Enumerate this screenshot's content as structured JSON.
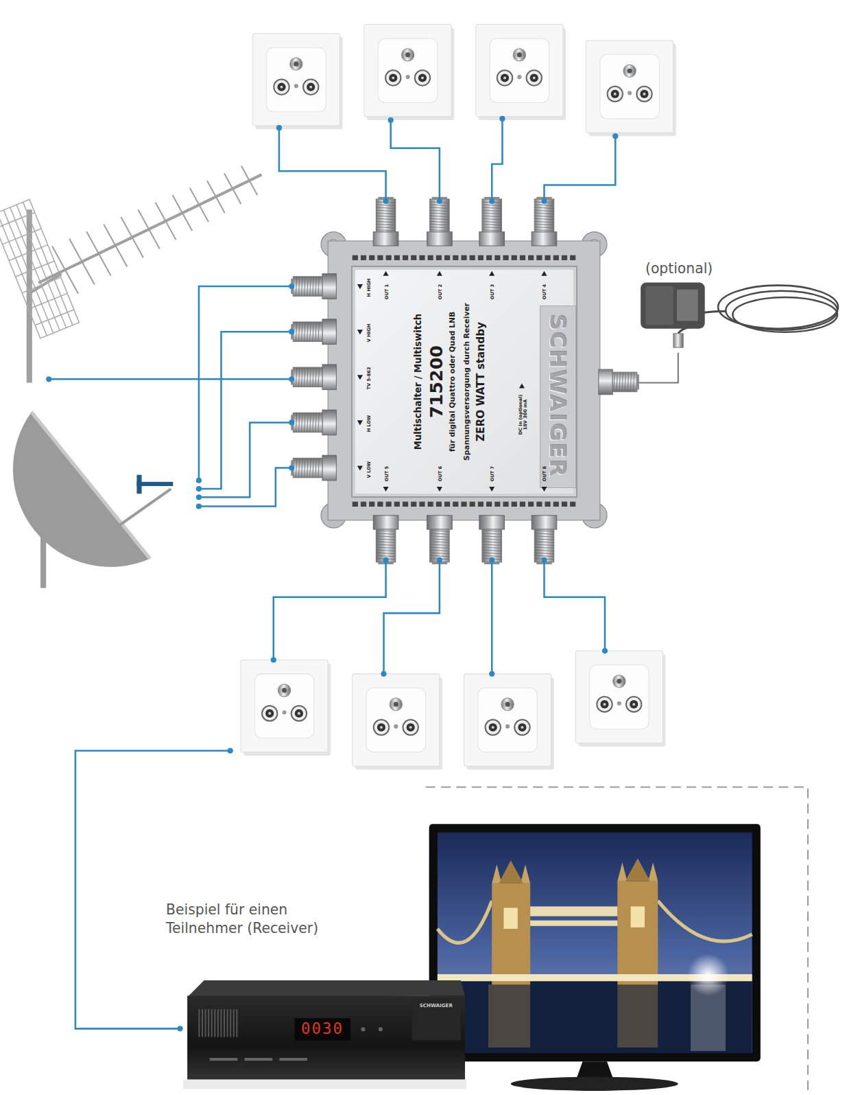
{
  "diagram": {
    "nodes": [
      {
        "text": [
          "Multischalter / Multiswitch",
          "715200",
          "für digital Quattro oder Quad LNB",
          "Spannungsversorgung durch Receiver",
          "ZERO WATT standby",
          "DC in (optional) 18V 300 mA",
          "SCHWAIGER",
          "H HIGH",
          "V HIGH",
          "TV 5-862",
          "H LOW",
          "V LOW",
          "OUT 1",
          "OUT 2",
          "OUT 3",
          "OUT 4",
          "OUT 5",
          "OUT 6",
          "OUT 7",
          "OUT 8"
        ]
      },
      {
        "text": [
          "(optional)"
        ]
      },
      {
        "text": [
          "0030",
          "SCHWAIGER"
        ]
      }
    ],
    "edges": [
      {
        "from": 1,
        "to": 0,
        "arrow": "none"
      }
    ],
    "labels": [
      "Beispiel für einen Teilnehmer (Receiver)"
    ]
  }
}
